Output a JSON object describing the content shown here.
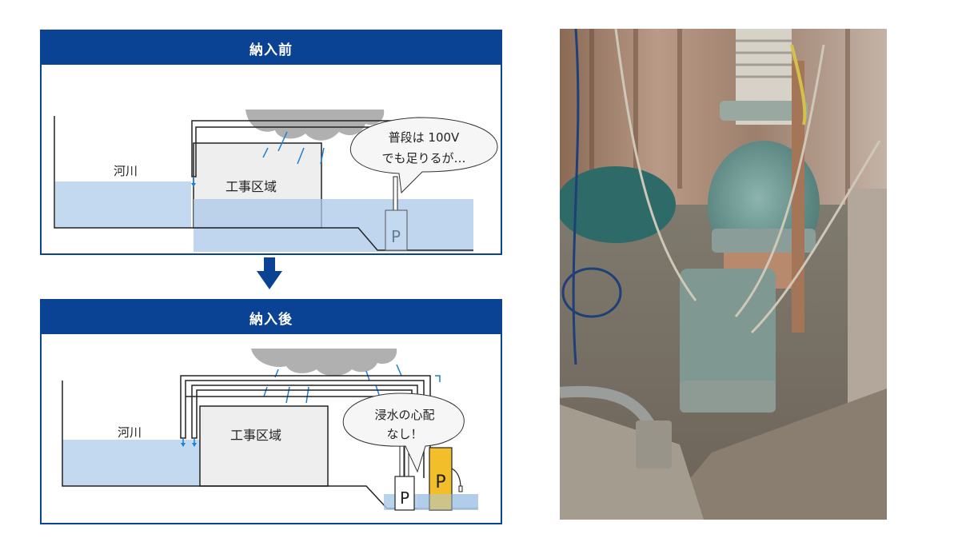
{
  "colors": {
    "header_blue": "#0a4394",
    "water": "#c2d9ef",
    "site_gray": "#eeeeee",
    "cloud_gray": "#b0b0b0",
    "rain_blue": "#1a7fd4",
    "pump_yellow": "#f2be2a",
    "arrow_blue": "#0a4394"
  },
  "before": {
    "title": "納入前",
    "river_label": "河川",
    "site_label": "工事区域",
    "bubble_line1": "普段は 100V",
    "bubble_line2": "でも足りるが…",
    "pump_label": "P"
  },
  "after": {
    "title": "納入後",
    "river_label": "河川",
    "site_label": "工事区域",
    "bubble_line1": "浸水の心配",
    "bubble_line2": "なし！",
    "pump_small_label": "P",
    "pump_large_label": "P"
  },
  "transition_arrow": "down-arrow",
  "photo": {
    "description": "Large submersible pump installed in a construction pit with hoses and ropes"
  }
}
